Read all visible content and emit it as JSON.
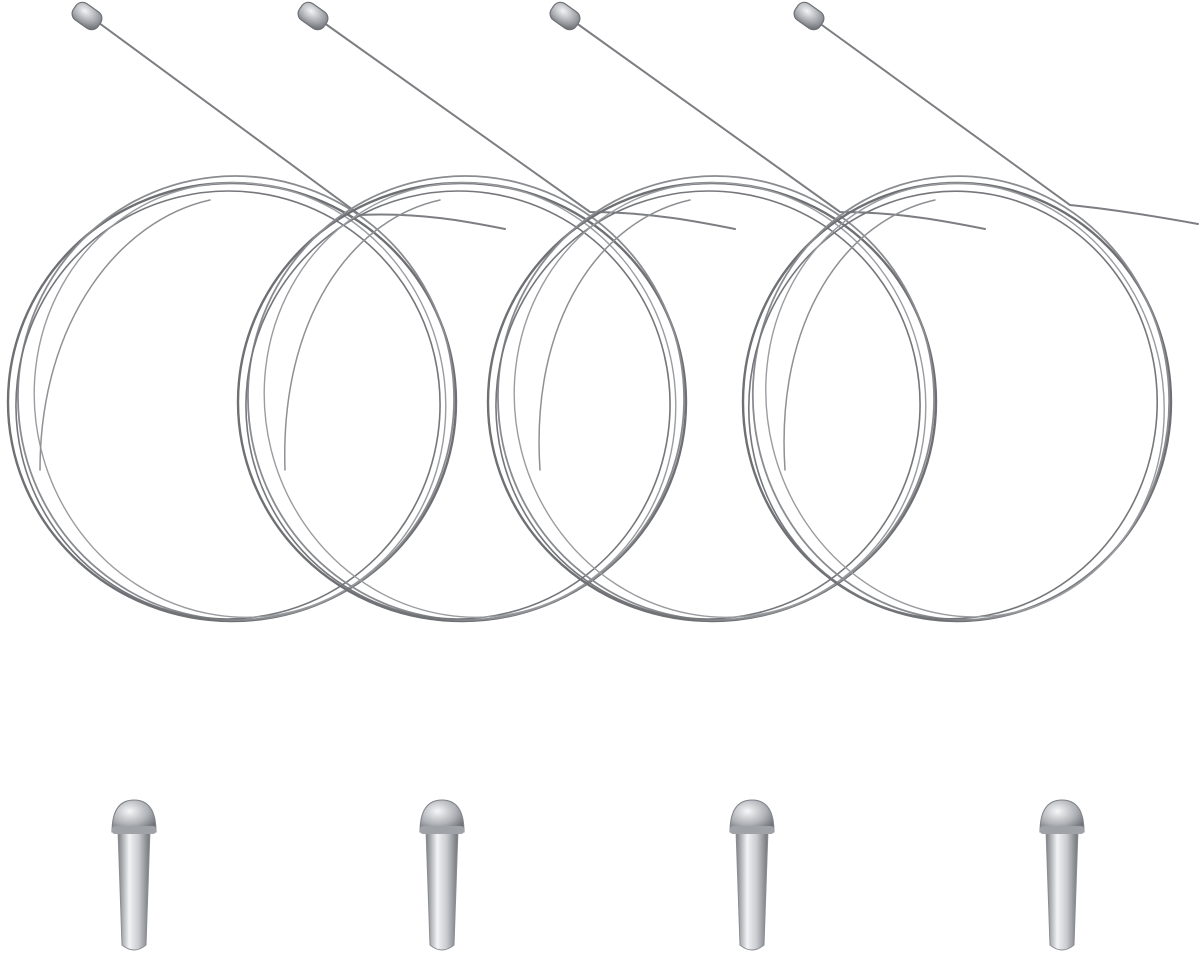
{
  "image": {
    "background": "#ffffff",
    "subject": "brake-cable-set",
    "cable_count": 4,
    "end_cap_count": 4,
    "colors": {
      "wire_dark": "#6e7074",
      "wire_light": "#b9bbbf",
      "metal_highlight": "#f2f3f5",
      "metal_mid": "#aeb1b6",
      "metal_shadow": "#7b7e83"
    }
  }
}
